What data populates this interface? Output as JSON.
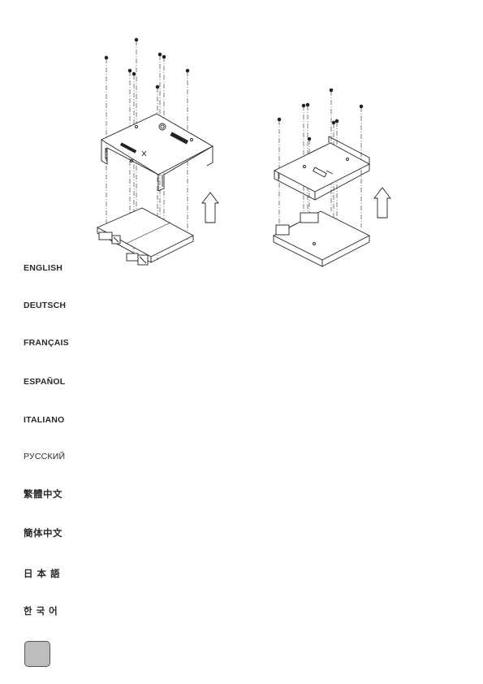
{
  "languages": [
    {
      "label": "ENGLISH"
    },
    {
      "label": "DEUTSCH"
    },
    {
      "label": "FRANÇAIS"
    },
    {
      "label": "ESPAÑOL"
    },
    {
      "label": "ITALIANO"
    },
    {
      "label": "РУССКИЙ"
    },
    {
      "label": "繁體中文"
    },
    {
      "label": "簡体中文"
    },
    {
      "label": "日 本 語"
    },
    {
      "label": "한 국 어"
    }
  ],
  "figure": {
    "left_drawing": "dual-drive-bracket-mounting-diagram",
    "right_drawing": "single-drive-bracket-mounting-diagram",
    "icons": [
      "screw-icon",
      "up-arrow-icon"
    ]
  },
  "colors": {
    "tab_fill": "#bdbdbd",
    "line": "#222222"
  }
}
